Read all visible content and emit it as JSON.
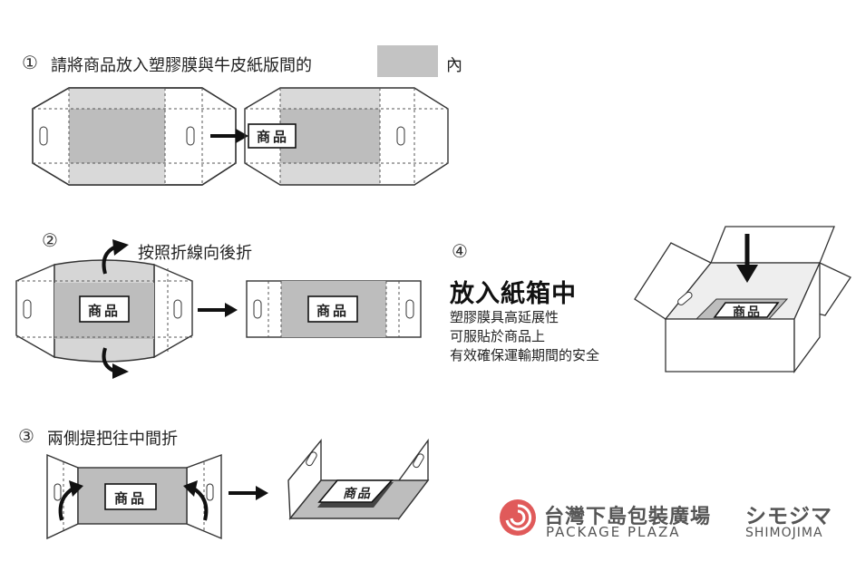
{
  "step1": {
    "number": "①",
    "text_before": "請將商品放入塑膠膜與牛皮紙版間的",
    "text_after": "內",
    "swatch_color": "#c3c3c3"
  },
  "step2": {
    "number": "②",
    "text": "按照折線向後折"
  },
  "step3": {
    "number": "③",
    "text": "兩側提把往中間折"
  },
  "step4": {
    "number": "④",
    "title": "放入紙箱中",
    "lines": [
      "塑膠膜具高延展性",
      "可服貼於商品上",
      "有效確保運輸期間的安全"
    ]
  },
  "product_label": "商品",
  "brand": {
    "cn": "台灣下島包裝廣場",
    "en": "PACKAGE PLAZA",
    "logo_color": "#e05a5a",
    "partner_kana": "シモジマ",
    "partner_en": "SHIMOJIMA"
  }
}
